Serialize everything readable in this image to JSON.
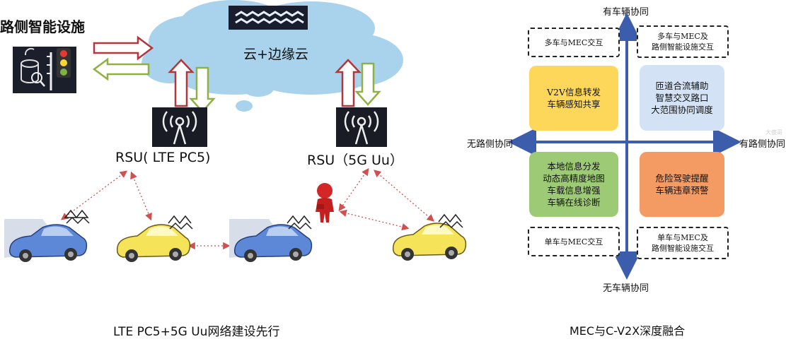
{
  "left": {
    "roadside_label": "路侧智能设施",
    "cloud_label": "云+边缘云",
    "rsu_left": "RSU(  LTE PC5)",
    "rsu_right": "RSU（5G Uu）",
    "caption": "LTE PC5+5G Uu网络建设先行"
  },
  "right": {
    "axis_top": "有车辆协同",
    "axis_bottom": "无车辆协同",
    "axis_left": "无路侧协同",
    "axis_right": "有路侧协同",
    "box_tl": "多车与MEC交互",
    "box_tr": "多车与MEC及\n路侧智能设施交互",
    "box_bl": "单车与MEC交互",
    "box_br": "单车与MEC及\n路侧智能设施交互",
    "quad_tl": "V2V信息转发\n车辆感知共享",
    "quad_tr": "匝道合流辅助\n智慧交叉路口\n大范围协同调度",
    "quad_bl": "本地信息分发\n动态高精度地图\n车载信息增强\n车辆在线诊断",
    "quad_br": "危险驾驶提醒\n车辆违章预警",
    "caption": "MEC与C-V2X深度融合",
    "watermark": "大傻哥"
  },
  "colors": {
    "cloud": "#a9d3ec",
    "arrow_red": "#b5363a",
    "arrow_green": "#8fb044",
    "quad_yellow": "#fcd75a",
    "quad_blue": "#d3e2f4",
    "quad_green": "#9dca74",
    "quad_orange": "#f49a63",
    "axis_blue": "#3c5cac"
  }
}
